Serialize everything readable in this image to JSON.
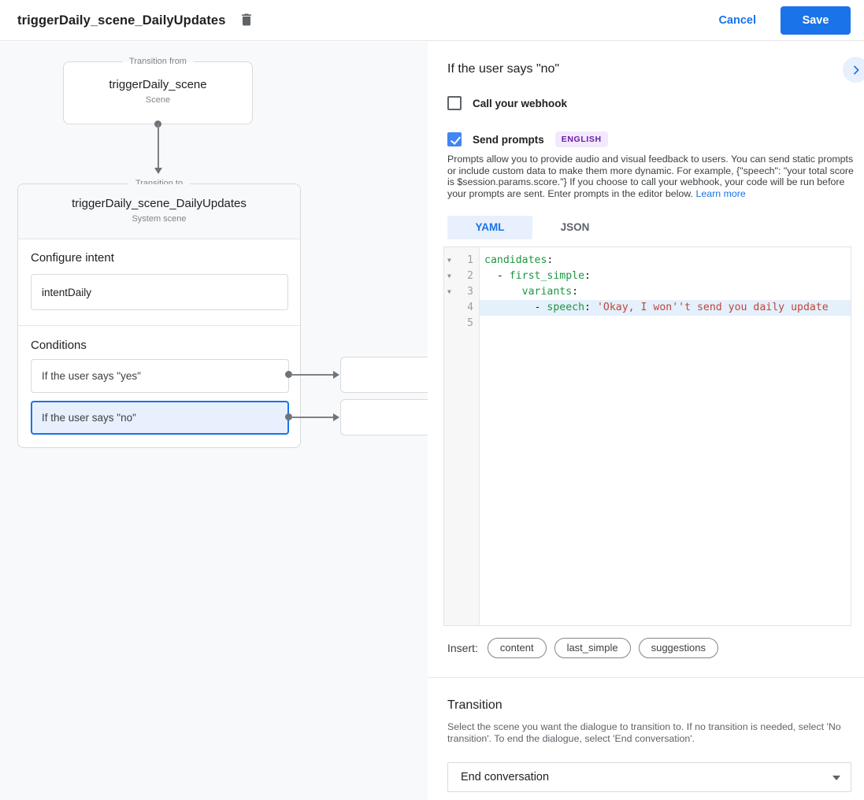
{
  "header": {
    "title": "triggerDaily_scene_DailyUpdates",
    "cancel_label": "Cancel",
    "save_label": "Save"
  },
  "colors": {
    "accent_blue": "#1a73e8",
    "selection_blue_bg": "#e8f0fe",
    "checkbox_blue": "#4285f4",
    "badge_purple_bg": "#f3e8fd",
    "badge_purple_text": "#681da8",
    "code_key_green": "#1e9641",
    "code_string_red": "#c0453c",
    "canvas_bg": "#f8f9fa"
  },
  "canvas": {
    "from_box": {
      "legend": "Transition from",
      "title": "triggerDaily_scene",
      "subtitle": "Scene"
    },
    "to_box": {
      "legend": "Transition to",
      "title": "triggerDaily_scene_DailyUpdates",
      "subtitle": "System scene",
      "configure_intent_label": "Configure intent",
      "intent_value": "intentDaily",
      "conditions_label": "Conditions",
      "conditions": [
        {
          "label": "If the user says \"yes\"",
          "selected": false
        },
        {
          "label": "If the user says \"no\"",
          "selected": true
        }
      ]
    }
  },
  "panel": {
    "heading": "If the user says \"no\"",
    "webhook": {
      "label": "Call your webhook",
      "checked": false
    },
    "send_prompts": {
      "label": "Send prompts",
      "checked": true,
      "badge": "ENGLISH"
    },
    "description": "Prompts allow you to provide audio and visual feedback to users. You can send static prompts or include custom data to make them more dynamic. For example, {\"speech\": \"your total score is $session.params.score.\"} If you choose to call your webhook, your code will be run before your prompts are sent. Enter prompts in the editor below. ",
    "learn_more_label": "Learn more",
    "tabs": [
      {
        "label": "YAML",
        "active": true
      },
      {
        "label": "JSON",
        "active": false
      }
    ],
    "editor": {
      "lines": [
        {
          "num": "1",
          "fold": true,
          "active": false,
          "segments": [
            {
              "t": "candidates",
              "c": "k"
            },
            {
              "t": ":",
              "c": "p"
            }
          ]
        },
        {
          "num": "2",
          "fold": true,
          "active": false,
          "segments": [
            {
              "t": "  - ",
              "c": "p"
            },
            {
              "t": "first_simple",
              "c": "k"
            },
            {
              "t": ":",
              "c": "p"
            }
          ]
        },
        {
          "num": "3",
          "fold": true,
          "active": false,
          "segments": [
            {
              "t": "      ",
              "c": "p"
            },
            {
              "t": "variants",
              "c": "k"
            },
            {
              "t": ":",
              "c": "p"
            }
          ]
        },
        {
          "num": "4",
          "fold": false,
          "active": true,
          "segments": [
            {
              "t": "        - ",
              "c": "p"
            },
            {
              "t": "speech",
              "c": "k"
            },
            {
              "t": ": ",
              "c": "p"
            },
            {
              "t": "'Okay, I won''t send you daily update",
              "c": "s"
            }
          ]
        },
        {
          "num": "5",
          "fold": false,
          "active": false,
          "segments": []
        }
      ]
    },
    "insert": {
      "label": "Insert:",
      "chips": [
        "content",
        "last_simple",
        "suggestions"
      ]
    },
    "transition": {
      "heading": "Transition",
      "description": "Select the scene you want the dialogue to transition to. If no transition is needed, select 'No transition'. To end the dialogue, select 'End conversation'.",
      "dropdown_value": "End conversation"
    }
  }
}
